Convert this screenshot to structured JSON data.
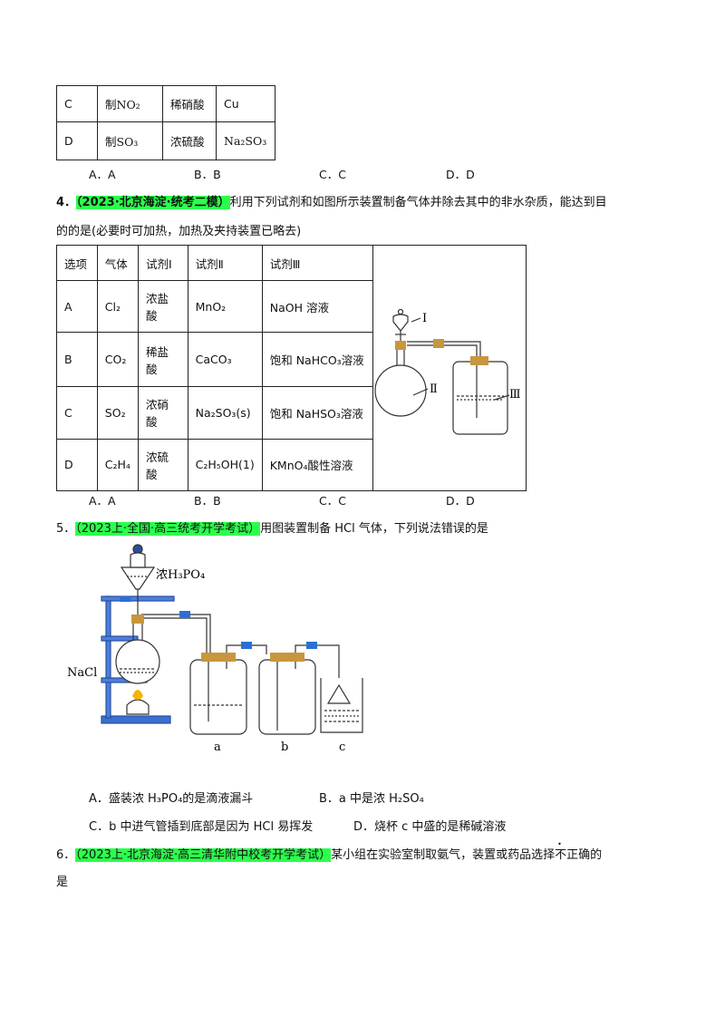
{
  "top_table": {
    "rows": [
      {
        "opt": "C",
        "gas": "制NO₂",
        "reagent1": "稀硝酸",
        "reagent2": "Cu"
      },
      {
        "opt": "D",
        "gas": "制SO₃",
        "reagent1": "浓硫酸",
        "reagent2": "Na₂SO₃"
      }
    ]
  },
  "top_options": [
    "A．A",
    "B．B",
    "C．C",
    "D．D"
  ],
  "q4": {
    "number": "4．",
    "tag": "（2023·北京海淀·统考二模）",
    "text_line1": "利用下列试剂和如图所示装置制备气体并除去其中的非水杂质，能达到目",
    "text_line2": "的的是(必要时可加热，加热及夹持装置已略去)",
    "headers": [
      "选项",
      "气体",
      "试剂Ⅰ",
      "试剂Ⅱ",
      "试剂Ⅲ"
    ],
    "rows": [
      {
        "opt": "A",
        "gas": "Cl₂",
        "r1a": "浓盐",
        "r1b": "酸",
        "r2": "MnO₂",
        "r3": "NaOH 溶液"
      },
      {
        "opt": "B",
        "gas": "CO₂",
        "r1a": "稀盐",
        "r1b": "酸",
        "r2": "CaCO₃",
        "r3": "饱和 NaHCO₃溶液"
      },
      {
        "opt": "C",
        "gas": "SO₂",
        "r1a": "浓硝",
        "r1b": "酸",
        "r2": "Na₂SO₃(s)",
        "r3": "饱和 NaHSO₃溶液"
      },
      {
        "opt": "D",
        "gas": "C₂H₄",
        "r1a": "浓硫",
        "r1b": "酸",
        "r2": "C₂H₅OH(1)",
        "r3": "KMnO₄酸性溶液"
      }
    ],
    "figure_labels": {
      "I": "Ⅰ",
      "II": "Ⅱ",
      "III": "Ⅲ"
    },
    "options": [
      "A．A",
      "B．B",
      "C．C",
      "D．D"
    ]
  },
  "q5": {
    "number": "5．",
    "tag": "（2023上·全国·高三统考开学考试）",
    "text": "用图装置制备 HCl 气体，下列说法错误的是",
    "figure_labels": {
      "acid": "浓H₃PO₄",
      "salt": "NaCl",
      "a": "a",
      "b": "b",
      "c": "c"
    },
    "options": {
      "A": "A．盛装浓  H₃PO₄的是滴液漏斗",
      "B": "B．a 中是浓  H₂SO₄",
      "C": "C．b 中进气管插到底部是因为 HCl 易挥发",
      "D": "D．烧杯 c 中盛的是稀碱溶液"
    }
  },
  "q6": {
    "number": "6．",
    "tag": "（2023上·北京海淀·高三清华附中校考开学考试）",
    "text_pre": "某小组在实验室制取氨气，装置或药品选择",
    "text_emph": "不正确",
    "text_post": "的",
    "text_line2": "是"
  },
  "colors": {
    "highlight": "#2bff4c",
    "stopper": "#c8963c",
    "clip": "#2a6fd6"
  }
}
